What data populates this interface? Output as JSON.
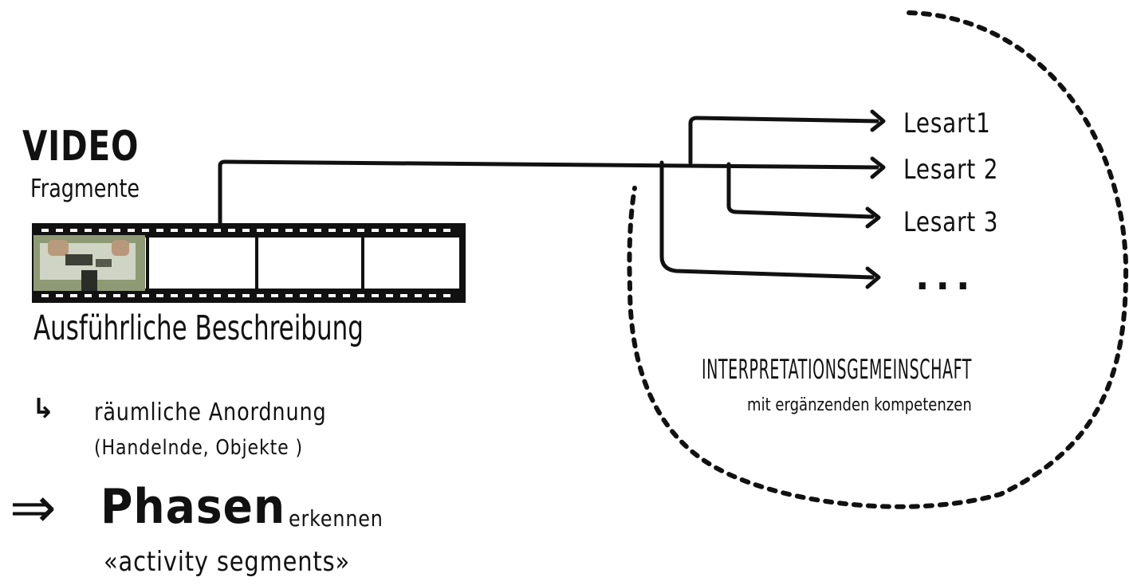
{
  "left": {
    "title": "VIDEO",
    "subtitle": "Fragmente",
    "description": "Ausführliche Beschreibung",
    "arrow_small": "↳",
    "spatial_line1": "räumliche Anordnung",
    "spatial_line2": "(Handelnde, Objekte )",
    "arrow_big": "⇒",
    "phasen": "Phasen",
    "erkennen": "erkennen",
    "activity": "«activity segments»"
  },
  "right": {
    "readings": [
      "Lesart1",
      "Lesart 2",
      "Lesart 3"
    ],
    "ellipsis": "...",
    "community": "INTERPRETATIONSGEMEINSCHAFT",
    "community_sub": "mit ergänzenden kompetenzen"
  },
  "colors": {
    "ink": "#111111",
    "background": "#ffffff",
    "photo_tint": "#8e9a74"
  },
  "icons": [
    "film-strip-icon",
    "video-still-image",
    "hook-arrow-icon",
    "double-arrow-icon"
  ]
}
